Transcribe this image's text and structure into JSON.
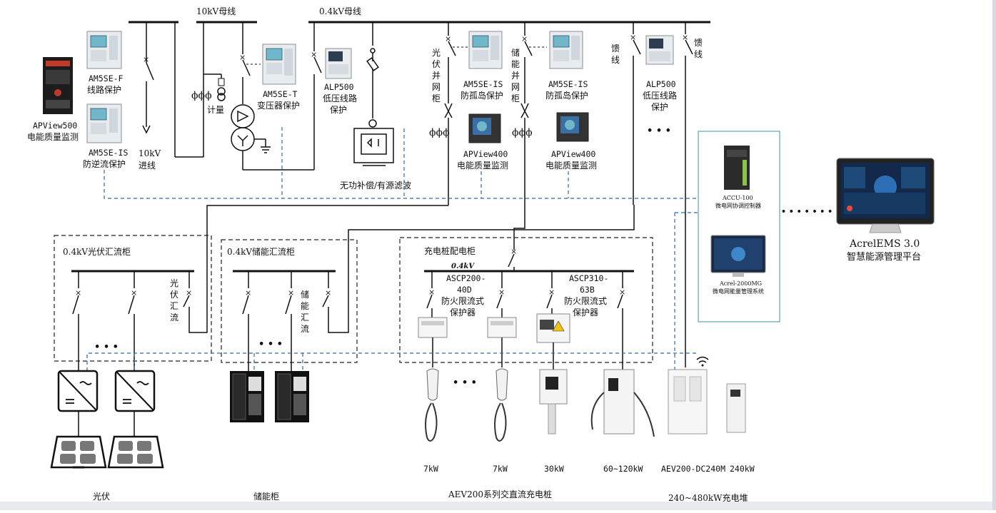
{
  "buses": {
    "bus_10kv": "10kV母线",
    "bus_04kv": "0.4kV母线",
    "charging_bus": "0.4kV"
  },
  "devices": {
    "apview500": {
      "model": "APView500",
      "desc": "电能质量监测"
    },
    "am5se_f": {
      "model": "AM5SE-F",
      "desc": "线路保护"
    },
    "am5se_is_left": {
      "model": "AM5SE-IS",
      "desc": "防逆流保护"
    },
    "incoming": {
      "l1": "10kV",
      "l2": "进线"
    },
    "metering": "计量",
    "am5se_t": {
      "model": "AM5SE-T",
      "desc": "变压器保护"
    },
    "alp500_a": {
      "model": "ALP500",
      "d1": "低压线路",
      "d2": "保护"
    },
    "reactive": "无功补偿/有源滤波",
    "pv_grid_cab": [
      "光",
      "伏",
      "并",
      "网",
      "柜"
    ],
    "es_grid_cab": [
      "储",
      "能",
      "并",
      "网",
      "柜"
    ],
    "am5se_is_a": {
      "model": "AM5SE-IS",
      "desc": "防孤岛保护"
    },
    "am5se_is_b": {
      "model": "AM5SE-IS",
      "desc": "防孤岛保护"
    },
    "apview400_a": {
      "model": "APView400",
      "desc": "电能质量监测"
    },
    "apview400_b": {
      "model": "APView400",
      "desc": "电能质量监测"
    },
    "feeder_a": [
      "馈",
      "线"
    ],
    "feeder_b": [
      "馈",
      "线"
    ],
    "alp500_b": {
      "model": "ALP500",
      "d1": "低压线路",
      "d2": "保护"
    },
    "ellipsis": "• • •"
  },
  "cabinets": {
    "pv_combiner": {
      "title": "0.4kV光伏汇流柜",
      "side": [
        "光",
        "伏",
        "汇",
        "流"
      ]
    },
    "es_combiner": {
      "title": "0.4kV储能汇流柜",
      "side": [
        "储",
        "能",
        "汇",
        "流"
      ]
    },
    "charging": {
      "title": "充电桩配电柜",
      "ascp200": {
        "l1": "ASCP200-",
        "l2": "40D",
        "l3": "防火限流式",
        "l4": "保护器"
      },
      "ascp310": {
        "l1": "ASCP310-",
        "l2": "63B",
        "l3": "防火限流式",
        "l4": "保护器"
      }
    }
  },
  "platform": {
    "accu": {
      "name": "ACCU-100",
      "desc": "微电网协调控制器"
    },
    "acrel2000": {
      "name": "Acrel-2000MG",
      "desc": "微电网能量管理系统"
    },
    "ems_title": "AcrelEMS 3.0",
    "ems_subtitle": "智慧能源管理平台",
    "dots": "• • • • • • • • •"
  },
  "bottom_labels": {
    "pv": "光伏",
    "storage": "储能柜",
    "chargers_group": "AEV200系列交直流充电桩",
    "pile_group": "240~480kW充电堆",
    "p7kw_a": "7kW",
    "p7kw_b": "7kW",
    "p30kw": "30kW",
    "p60_120": "60~120kW",
    "aev_dc": "AEV200-DC240M",
    "p240": "240kW"
  },
  "colors": {
    "comm_line": "#2f6aa8",
    "platform_border": "#5aa6b8",
    "screen": "#6fb7c9"
  }
}
